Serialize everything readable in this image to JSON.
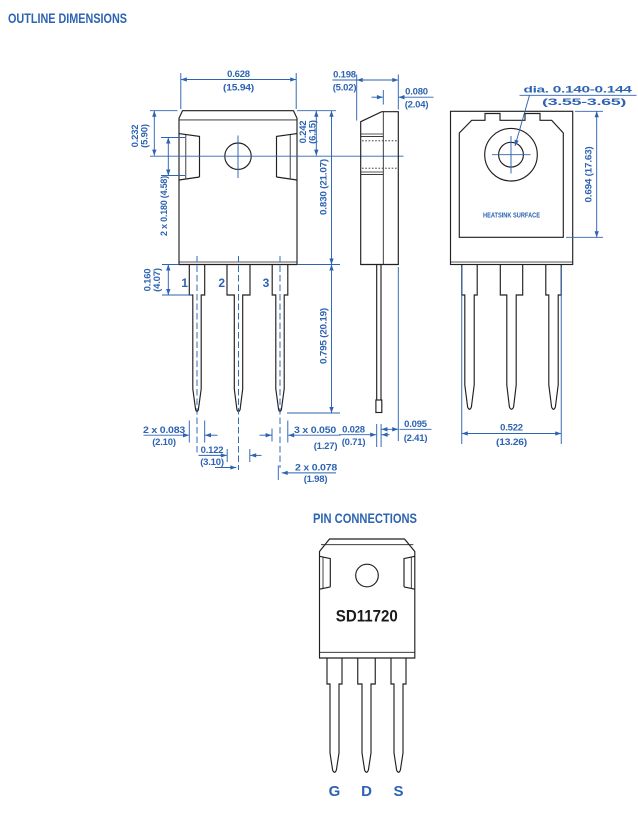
{
  "page": {
    "title": "OUTLINE DIMENSIONS"
  },
  "colors": {
    "accent": "#2d63b2",
    "line": "#231f20"
  },
  "outline": {
    "front": {
      "pin_numbers": [
        "1",
        "2",
        "3"
      ]
    },
    "dims": {
      "body_width": {
        "in": "0.628",
        "mm": "(15.94)"
      },
      "side_width": {
        "in": "0.198",
        "mm": "(5.02)"
      },
      "tab_offset": {
        "in": "0.080",
        "mm": "(2.04)"
      },
      "top_to_hole": {
        "in": "0.232",
        "mm": "(5.90)"
      },
      "notch": {
        "label": "2 x 0.180 (4.58)"
      },
      "top_to_datum": {
        "in": "0.242",
        "mm": "(6.15)"
      },
      "body_height": {
        "label": "0.830 (21.07)"
      },
      "lead_shoulder": {
        "in": "0.160",
        "mm": "(4.07)"
      },
      "lead_length": {
        "label": "0.795 (20.19)"
      },
      "outer_lead_width": {
        "in": "2 x 0.083",
        "mm": "(2.10)"
      },
      "center_lead_width": {
        "in": "0.122",
        "mm": "(3.10)"
      },
      "lead_tip_width": {
        "in": "3 x 0.050",
        "mm": "(1.27)"
      },
      "lead_lower_width": {
        "in": "2 x 0.078",
        "mm": "(1.98)"
      },
      "lead_thickness": {
        "in": "0.028",
        "mm": "(0.71)"
      },
      "lead_to_back": {
        "in": "0.095",
        "mm": "(2.41)"
      },
      "hole_diameter": {
        "in": "dia. 0.140-0.144",
        "mm": "(3.55-3.65)"
      },
      "tab_height": {
        "label": "0.694 (17.63)"
      },
      "lead_span": {
        "in": "0.522",
        "mm": "(13.26)"
      }
    },
    "back": {
      "surface_label": "HEATSINK SURFACE"
    }
  },
  "pin_connections": {
    "title": "PIN CONNECTIONS",
    "part_number": "SD11720",
    "pin_labels": [
      "G",
      "D",
      "S"
    ]
  }
}
